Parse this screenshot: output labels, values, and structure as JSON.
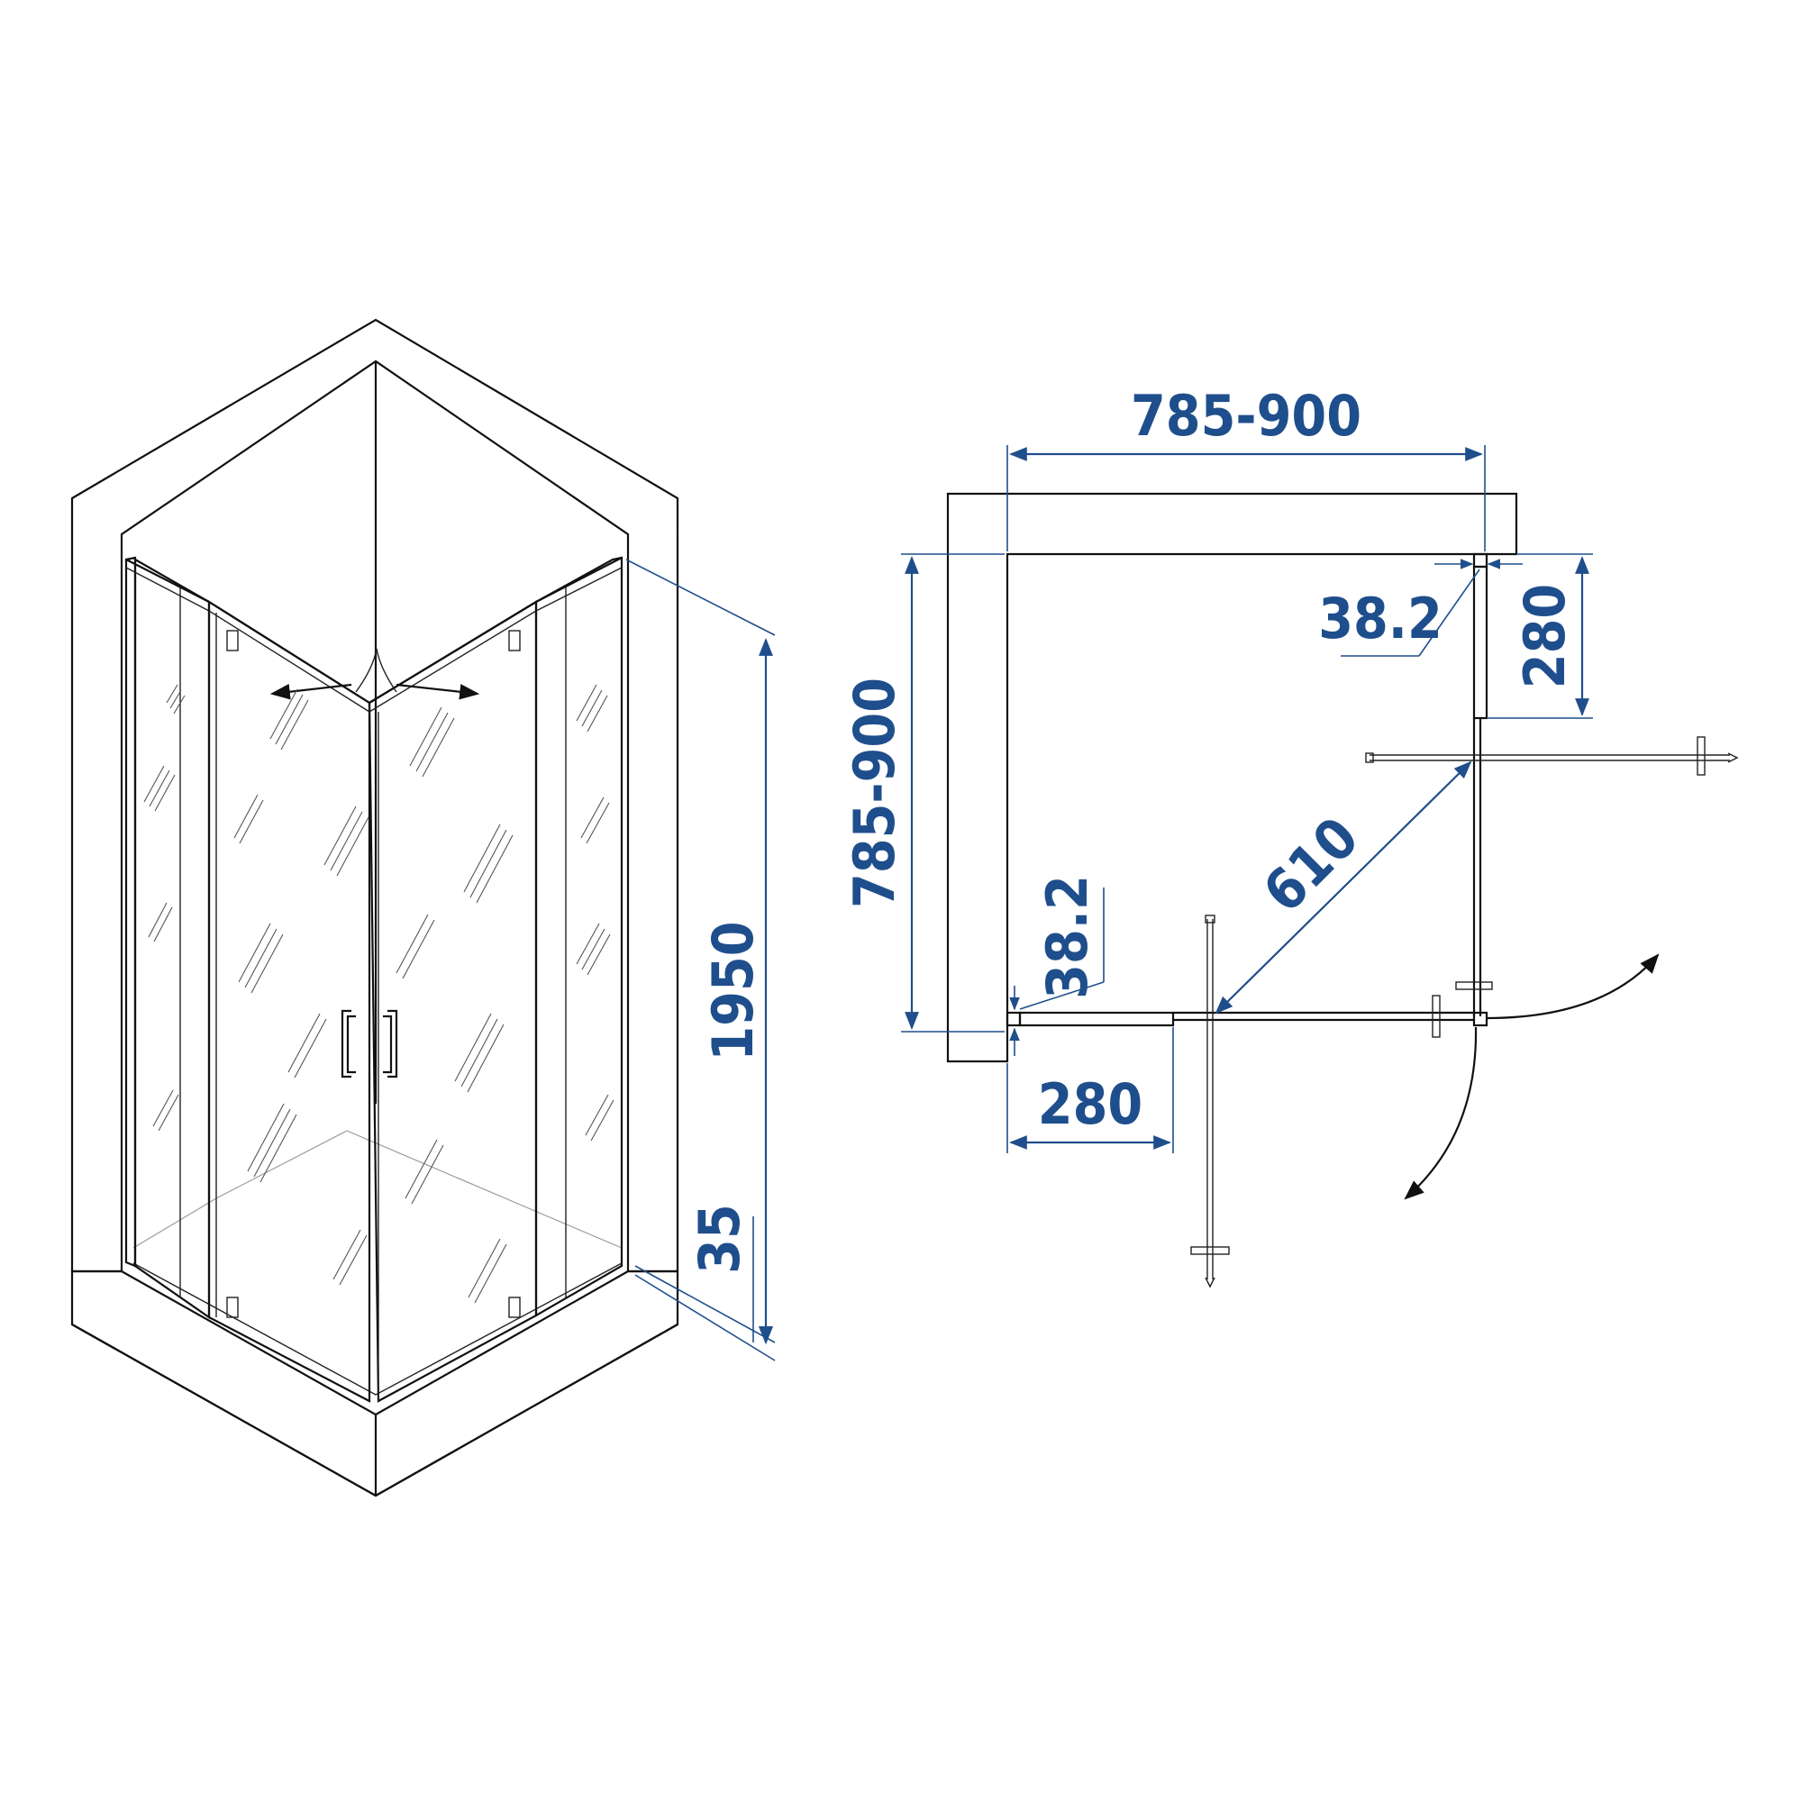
{
  "diagram": {
    "isometric_view": {
      "dimensions": {
        "height": "1950",
        "tray_height": "35"
      }
    },
    "plan_view": {
      "dimensions": {
        "width_range": "785-900",
        "depth_range": "785-900",
        "profile_top": "38.2",
        "profile_left": "38.2",
        "fixed_panel_right": "280",
        "fixed_panel_bottom": "280",
        "door_opening_diagonal": "610"
      }
    },
    "colors": {
      "line": "#111111",
      "dimension": "#1f4e8c",
      "background": "#ffffff"
    }
  }
}
